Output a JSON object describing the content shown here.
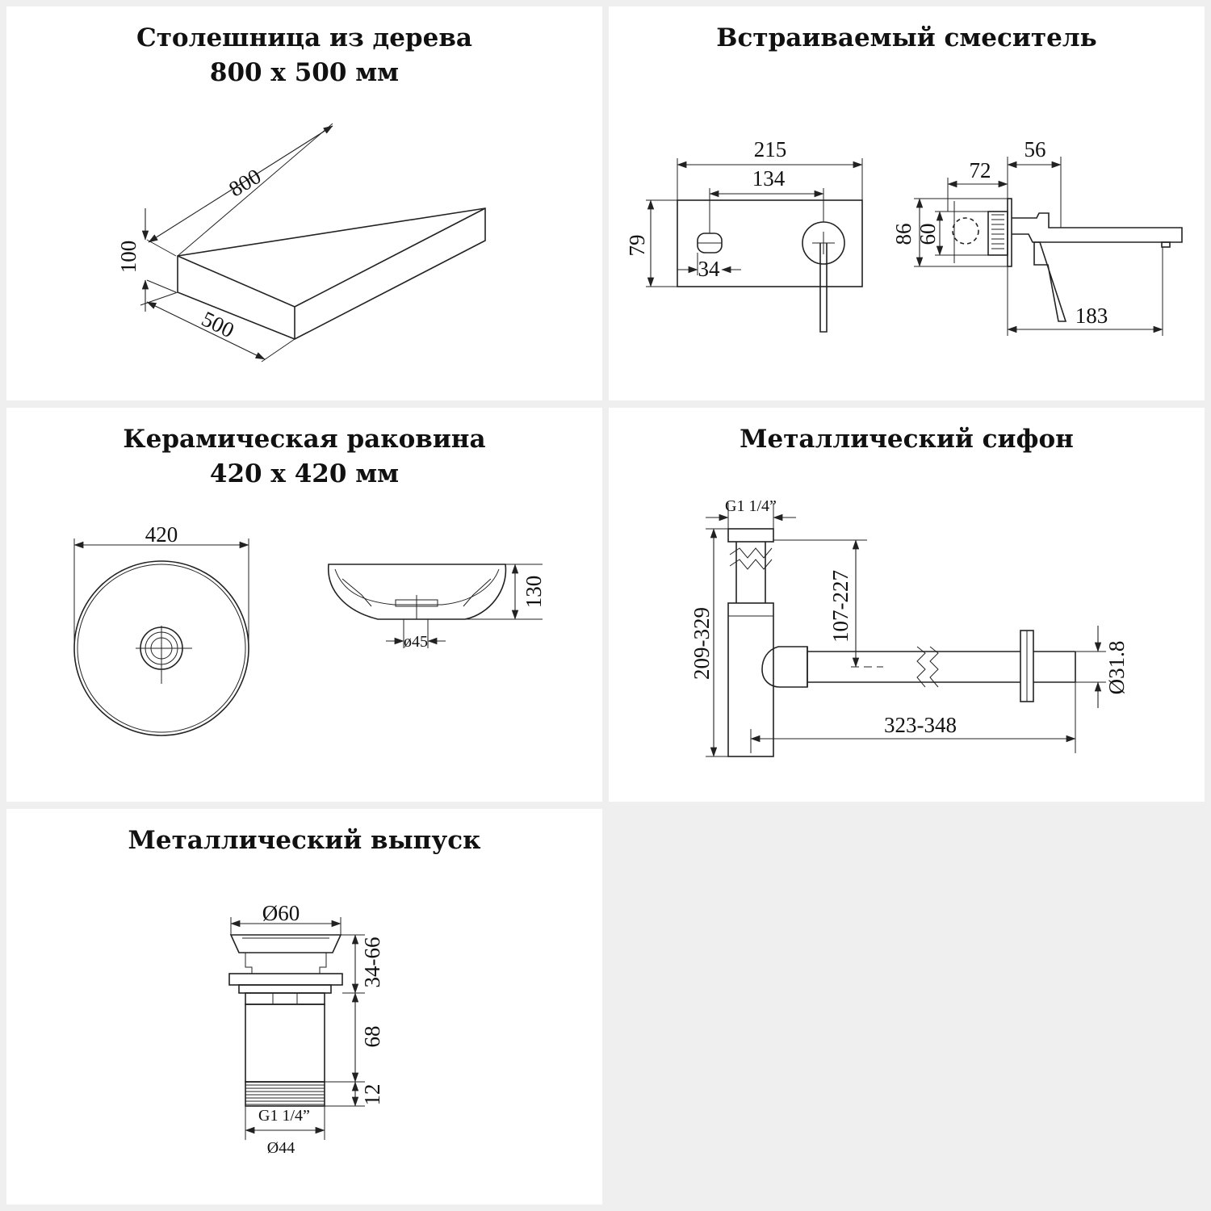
{
  "panels": {
    "countertop": {
      "title_line1": "Столешница из дерева",
      "title_line2": "800 х 500 мм",
      "dims": {
        "length": "800",
        "height": "100",
        "depth": "500"
      }
    },
    "mixer": {
      "title": "Встраиваемый смеситель",
      "dims": {
        "width": "215",
        "spacing": "134",
        "height": "79",
        "handle": "34",
        "depth_a": "56",
        "depth_b": "72",
        "outer": "86",
        "inner": "60",
        "spout": "183"
      }
    },
    "basin": {
      "title_line1": "Керамическая раковина",
      "title_line2": "420 х 420 мм",
      "dims": {
        "diameter": "420",
        "height": "130",
        "drain": "ø45"
      }
    },
    "siphon": {
      "title": "Металлический сифон",
      "dims": {
        "thread": "G1 1/4”",
        "height_range": "209-329",
        "inlet_range": "107-227",
        "length_range": "323-348",
        "pipe": "Ø31.8"
      }
    },
    "drain": {
      "title": "Металлический выпуск",
      "dims": {
        "top": "Ø60",
        "adjust": "34-66",
        "body": "68",
        "thread_len": "12",
        "thread": "G1 1/4”",
        "bottom": "Ø44"
      }
    }
  }
}
